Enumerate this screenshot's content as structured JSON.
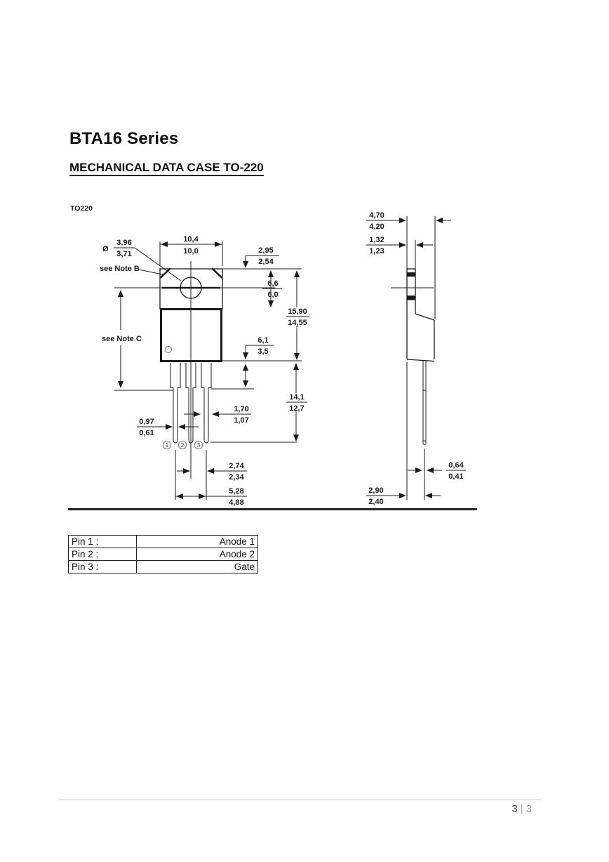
{
  "page": {
    "title": "BTA16 Series",
    "subtitle": "MECHANICAL DATA CASE TO-220",
    "footer_page": "3",
    "footer_sep": "|",
    "footer_total": "3"
  },
  "drawing": {
    "variant_label": "TO220",
    "note_b": "see Note B",
    "note_c": "see Note C",
    "diameter_symbol": "Ø",
    "dims": {
      "hole_diameter": {
        "max": "3,96",
        "min": "3,71"
      },
      "body_width": {
        "max": "10,4",
        "min": "10,0"
      },
      "hole_to_top": {
        "max": "2,95",
        "min": "2,54"
      },
      "tab_height": {
        "max": "6,6",
        "min": "6,0"
      },
      "body_height": {
        "max": "15,90",
        "min": "14,55"
      },
      "shoulder": {
        "max": "6,1",
        "min": "3,5"
      },
      "lead_width_wide": {
        "max": "1,70",
        "min": "1,07"
      },
      "lead_width_narrow": {
        "max": "0,97",
        "min": "0,61"
      },
      "lead_length": {
        "max": "14,1",
        "min": "12,7"
      },
      "lead_pitch": {
        "max": "2,74",
        "min": "2,34"
      },
      "lead_span": {
        "max": "5,28",
        "min": "4,88"
      },
      "overall_depth": {
        "max": "4,70",
        "min": "4,20"
      },
      "tab_thickness": {
        "max": "1,32",
        "min": "1,23"
      },
      "lead_thickness": {
        "max": "0,64",
        "min": "0,41"
      },
      "lead_offset": {
        "max": "2,90",
        "min": "2,40"
      }
    },
    "pin_numbers": [
      "1",
      "2",
      "3"
    ]
  },
  "pin_table": {
    "rows": [
      {
        "label": "Pin 1 :",
        "value": "Anode 1"
      },
      {
        "label": "Pin 2 :",
        "value": "Anode 2"
      },
      {
        "label": "Pin 3 :",
        "value": "Gate"
      }
    ]
  },
  "colors": {
    "line": "#1a1a1a",
    "text": "#111111",
    "footer_gray": "#9a9a9a"
  }
}
